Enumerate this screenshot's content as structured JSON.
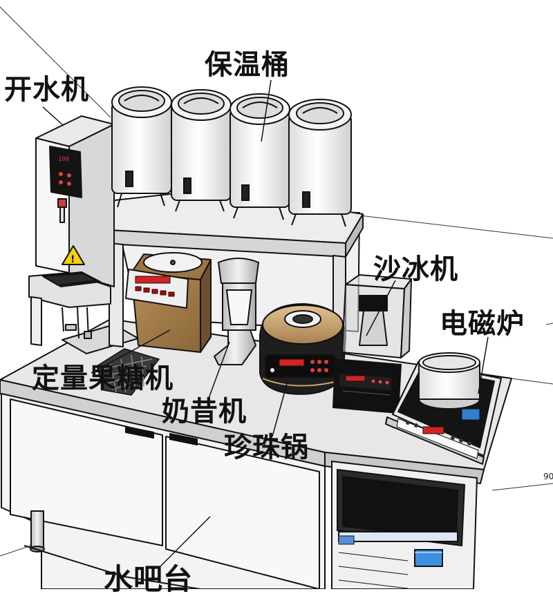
{
  "labels": {
    "water_dispenser": "开水机",
    "insulated_barrels": "保温桶",
    "slush_machine": "沙冰机",
    "induction_cooker": "电磁炉",
    "fructose_dispenser": "定量果糖机",
    "milkshake_machine": "奶昔机",
    "pearl_cooker": "珍珠锅",
    "water_bar": "水吧台"
  },
  "display_values": {
    "water_dispenser_display": "100",
    "dimension_fragment": "90"
  },
  "colors": {
    "line": "#111111",
    "white_surface": "#f4f4f4",
    "counter_top": "#e6e6e6",
    "wood": "#a07a4a",
    "dark_panel": "#1c1c1c",
    "display_red": "#d42222",
    "display_blue": "#2f7fd0",
    "gold": "#c8a46e",
    "warning_yellow": "#f5d20c"
  }
}
